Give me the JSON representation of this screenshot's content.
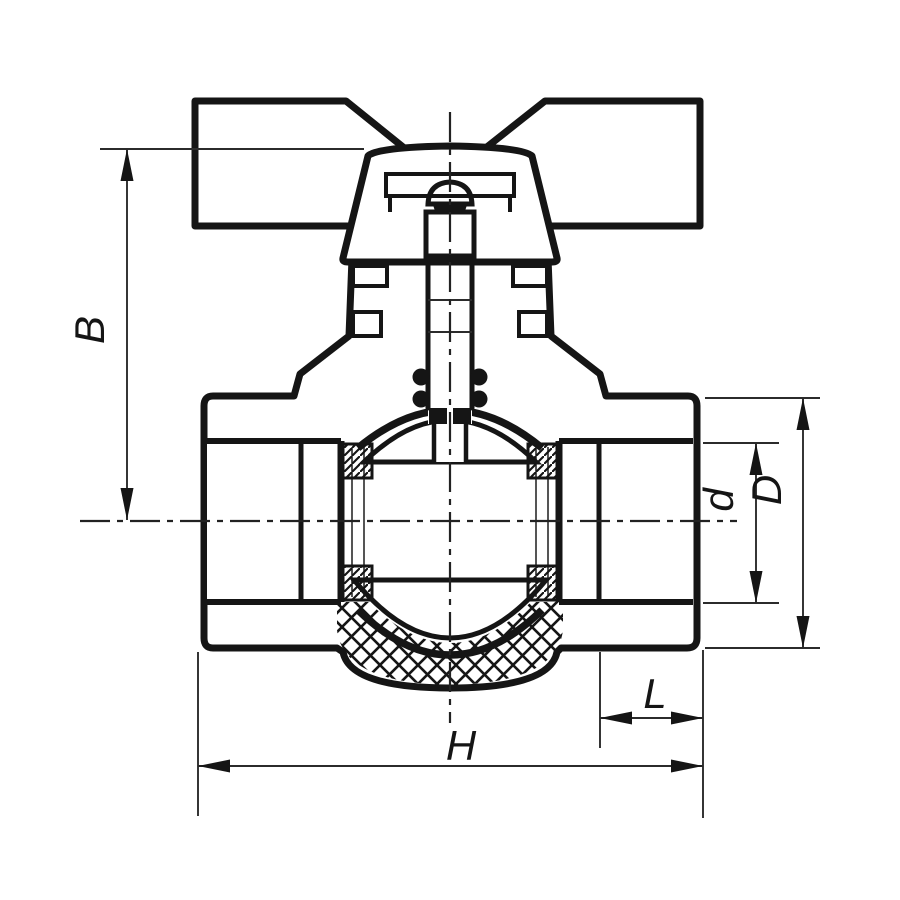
{
  "page": {
    "background_color": "#ffffff"
  },
  "drawing": {
    "subject": "Ball valve with butterfly handle - sectional technical drawing",
    "ink_color": "#151515",
    "thin_line_color": "#2b2b2b",
    "hatch_style": "crosshatch section, diagonal hatch on ball and seats",
    "dimension_labels": {
      "height_to_axis": "B",
      "bore_diameter": "d",
      "outer_diameter": "D",
      "socket_length": "L",
      "overall_length": "H"
    }
  }
}
